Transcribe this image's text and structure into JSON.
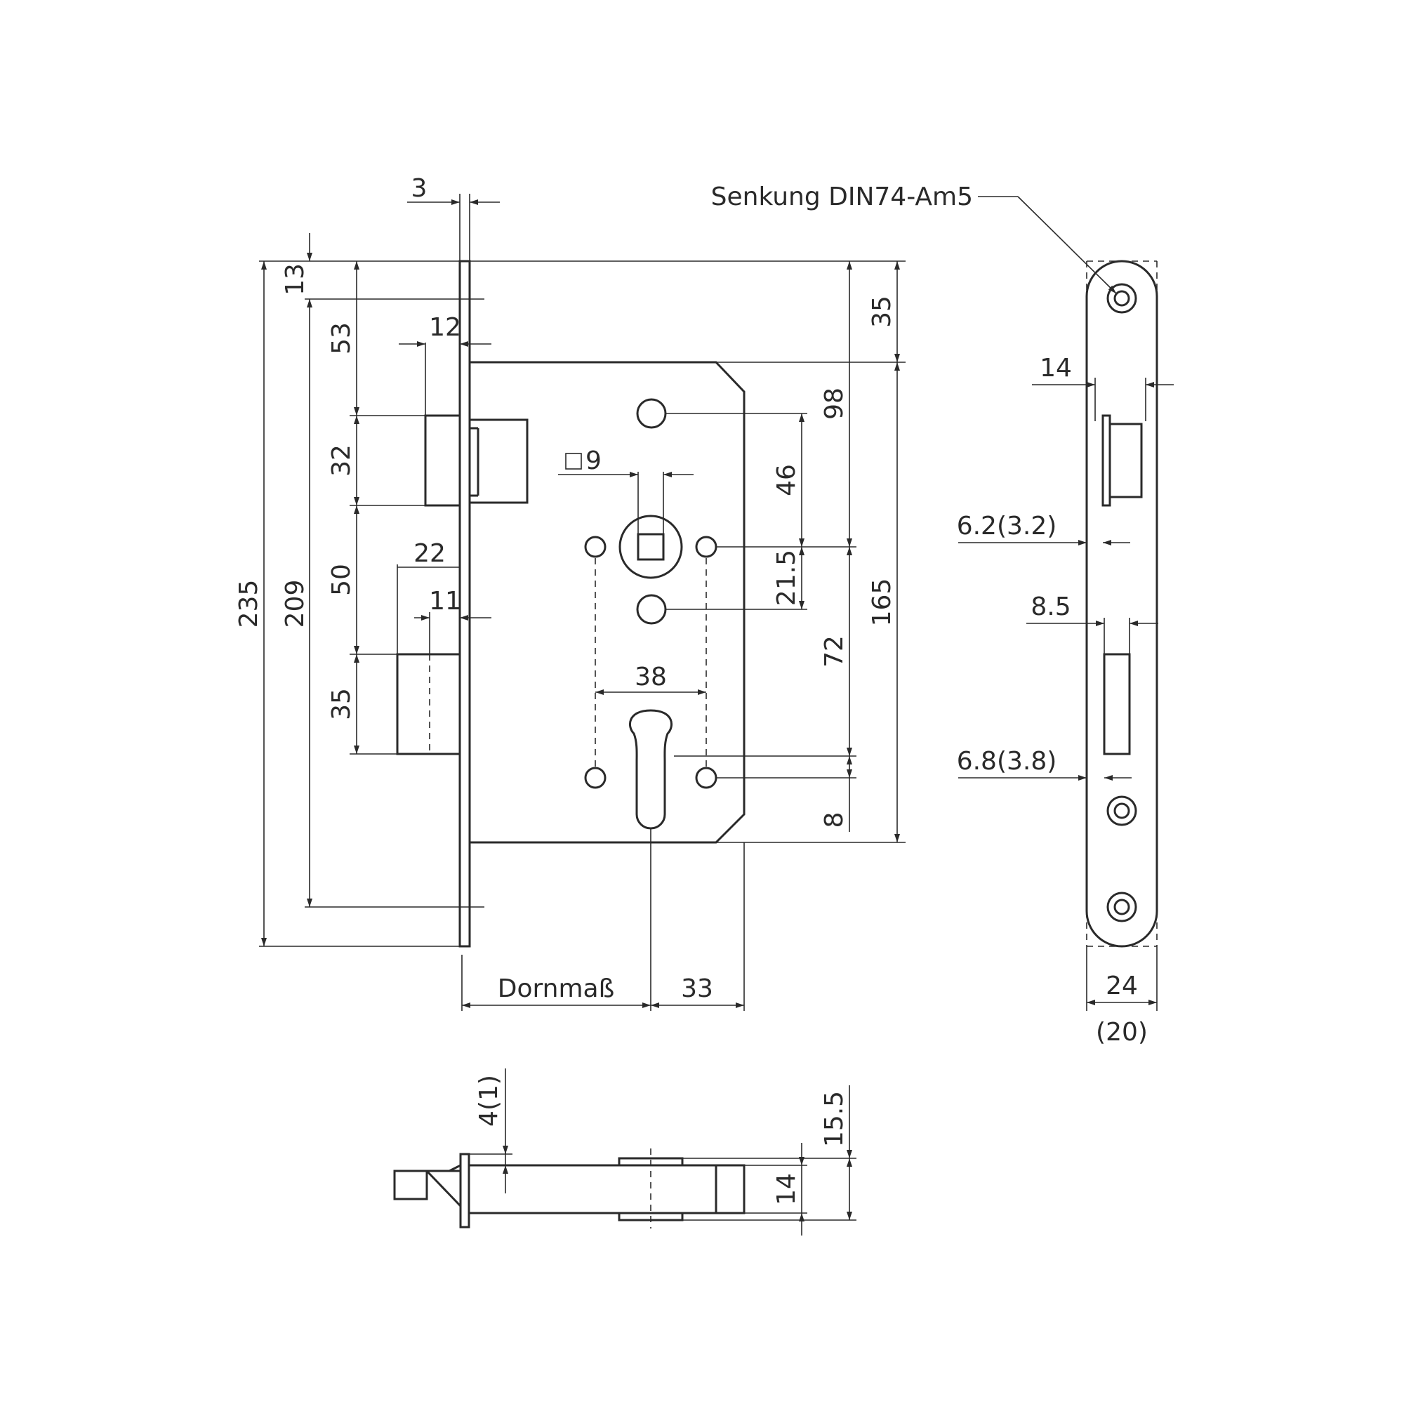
{
  "note": {
    "countersink": "Senkung DIN74-Am5"
  },
  "front": {
    "faceplate_thickness": "3",
    "top_offset": "13",
    "overall_height": "235",
    "screw_spacing": "209",
    "upper_latch_dist": "53",
    "bolt_projection": "12",
    "latch_height": "32",
    "gap_to_bolt": "50",
    "bolt_width": "22",
    "bolt_throw": "11",
    "bolt_height": "35",
    "case_top_offset": "35",
    "follower_from_top": "98",
    "screw_to_follower": "46",
    "follower_square": "9",
    "follower_to_screw": "21.5",
    "case_height": "165",
    "follower_to_cylinder": "72",
    "cylinder_to_bottom": "8",
    "hole_spacing": "38",
    "backset_label": "Dornmaß",
    "cylinder_to_case_end": "33"
  },
  "side": {
    "latch_opening": "14",
    "latch_offset": "6.2(3.2)",
    "bolt_opening": "8.5",
    "bolt_offset": "6.8(3.8)",
    "width": "24",
    "width_alt": "(20)"
  },
  "bottom": {
    "plate_offset": "4(1)",
    "case_depth": "15.5",
    "inner_depth": "14"
  }
}
